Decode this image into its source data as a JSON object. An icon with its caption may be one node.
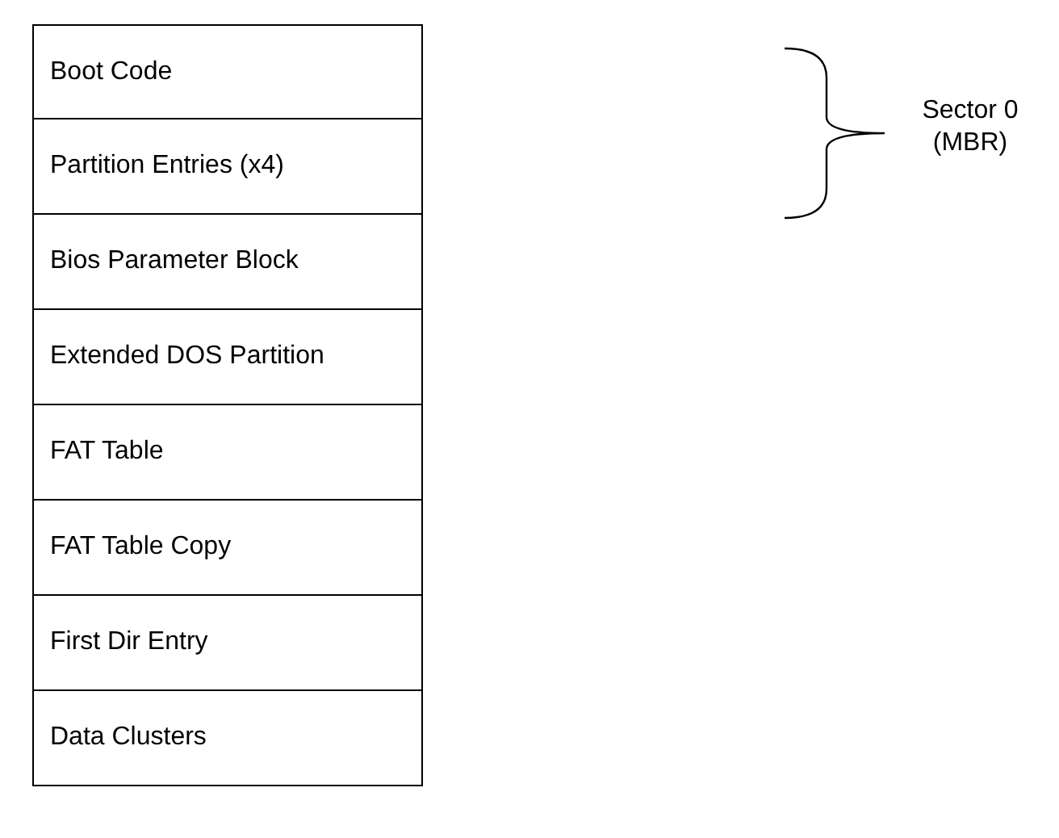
{
  "diagram": {
    "nodes": [
      {
        "text": [
          "Boot Code"
        ]
      },
      {
        "text": [
          "Partition Entries (x4)"
        ]
      },
      {
        "text": [
          "Bios Parameter Block"
        ]
      },
      {
        "text": [
          "Extended DOS Partition"
        ]
      },
      {
        "text": [
          "FAT Table"
        ]
      },
      {
        "text": [
          "FAT Table Copy"
        ]
      },
      {
        "text": [
          "First Dir Entry"
        ]
      },
      {
        "text": [
          "Data Clusters"
        ]
      }
    ],
    "edges": [],
    "labels": [
      "Sector 0 (MBR)"
    ]
  }
}
